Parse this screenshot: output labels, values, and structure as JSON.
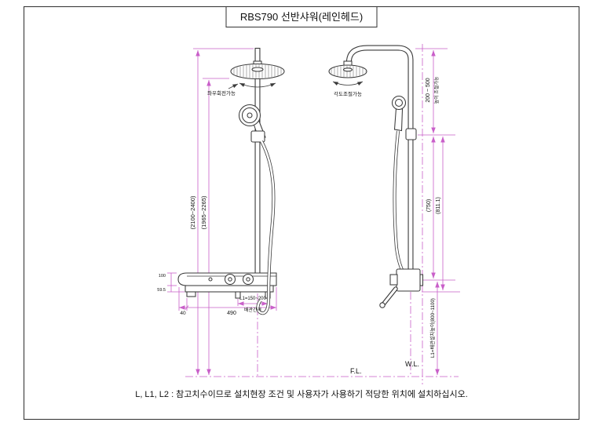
{
  "title": "RBS790 선반샤워(레인헤드)",
  "note": "L, L1, L2 : 참고치수이므로 설치현장 조건 및 사용자가 사용하기 적당한 위치에 설치하십시오.",
  "labels": {
    "floor": "F.L.",
    "wall": "W.L.",
    "swivel": "좌우회전가능",
    "angle_adjust": "각도조절가능",
    "height_adjust": "높이 조절가능",
    "pipe_gap": "배관간격"
  },
  "dims": {
    "overall_height": "(2100~2400)",
    "head_height": "(1965~2265)",
    "slide_range": "200 ~ 500",
    "hand_shower_height": "(750)",
    "head_offset": "(811.1)",
    "pipe_install_height": "L1=배관설치높이(800~1100)",
    "shelf_width": "490",
    "spout_offset": "40",
    "pipe_gap_range": "L1=150~200",
    "shelf_front_height": "100",
    "shelf_depth": "59.5"
  },
  "colors": {
    "line": "#3a3a3a",
    "dim": "#c95fc9",
    "ink": "#111111",
    "paper": "#ffffff"
  }
}
